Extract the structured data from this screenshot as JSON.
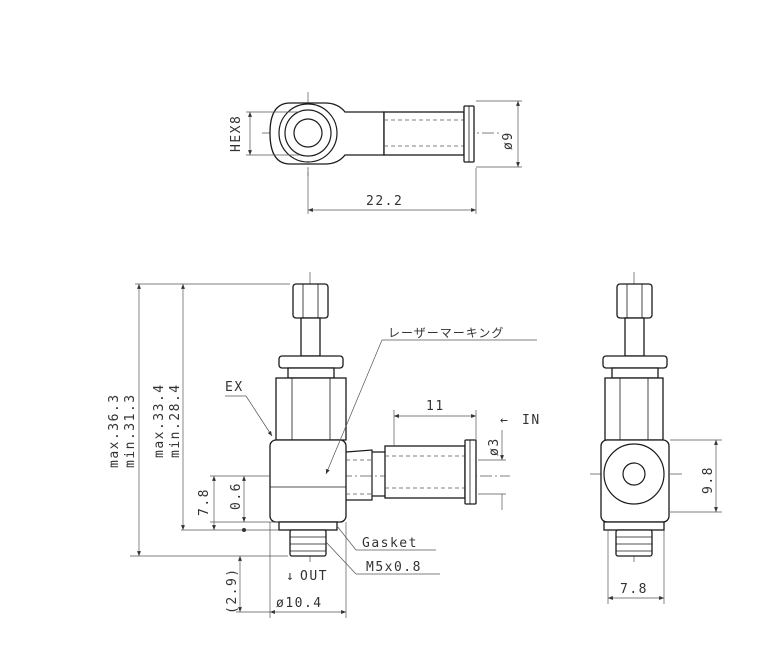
{
  "top_view": {
    "hex_label": "HEX8",
    "diameter_label": "ø9",
    "length_label": "22.2"
  },
  "front_view": {
    "max_overall": "max.36.3",
    "min_overall": "min.31.3",
    "max_mid": "max.33.4",
    "min_mid": "min.28.4",
    "dim_7_8": "7.8",
    "dim_0_6": "0.6",
    "dim_2_9": "(2.9)",
    "dim_10_4": "ø10.4",
    "dim_11": "11",
    "dim_3": "ø3",
    "ex_label": "EX",
    "in_label": "IN",
    "in_arrow": "←",
    "out_label": "OUT",
    "out_arrow": "↓",
    "gasket_label": "Gasket",
    "thread_label": "M5x0.8",
    "laser_label": "レーザーマーキング"
  },
  "side_view": {
    "dim_9_8": "9.8",
    "dim_7_8": "7.8"
  }
}
